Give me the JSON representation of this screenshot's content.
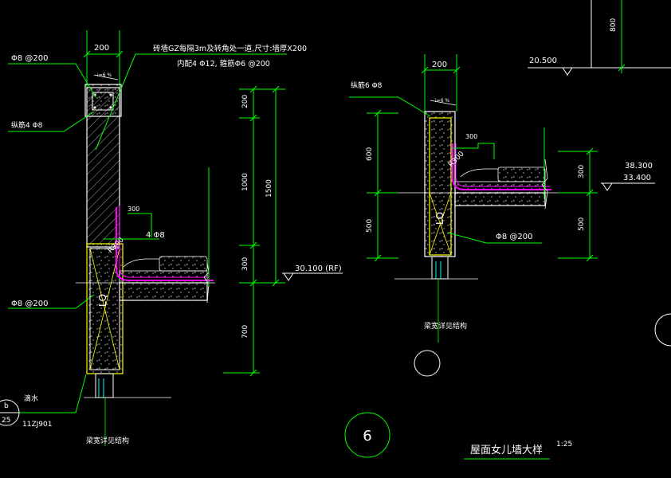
{
  "colors": {
    "background": "#000000",
    "dimension": "#00ff00",
    "text": "#ffffff",
    "wall": "#ffffff",
    "hatch": "#b0b0b0",
    "column_outline": "#ffff00",
    "waterproof": "#ff00ff",
    "leader": "#00ff00",
    "grid": "#00ff00"
  },
  "left_detail": {
    "dim_top_width": "200",
    "note_rebar_top": "Φ8 @200",
    "note_gz_line1": "砖墙GZ每隔3m及转角处一道,尺寸:墙厚X200",
    "note_gz_line2": "内配4 Φ12, 箍筋Φ6 @200",
    "note_tie": "纵筋4 Φ8",
    "note_slope_top": "i=6 %",
    "note_4phi8": "4 Φ8",
    "note_300_h": "300",
    "note_rebar_mid": "Φ8 @200",
    "note_r300": "R300",
    "note_lo": "LQ",
    "note_drip": "滴水",
    "note_see_structure": "梁宽详见结构",
    "note_ref_code": "11ZJ901",
    "ref_bubble_top": "b",
    "ref_bubble_bottom": "25",
    "elevation": "30.100 (RF)",
    "dim_vertical": [
      "200",
      "1000",
      "300",
      "700"
    ],
    "dim_total": "1500"
  },
  "right_detail": {
    "dim_top_width": "200",
    "note_tie": "纵筋6 Φ8",
    "note_slope_top": "i=6 %",
    "note_300_h": "300",
    "note_r300": "R300",
    "note_lo": "LQ",
    "note_rebar": "Φ8 @200",
    "note_see_structure": "梁宽详见结构",
    "dim_left": [
      "600",
      "500"
    ],
    "dim_right": [
      "300",
      "500"
    ],
    "elevation_top": "38.300",
    "elevation_bottom": "33.400",
    "elevation_mid": "20.500",
    "dim_top_right": "800"
  },
  "title_block": {
    "detail_number": "6",
    "title": "屋面女儿墙大样",
    "scale": "1:25"
  }
}
